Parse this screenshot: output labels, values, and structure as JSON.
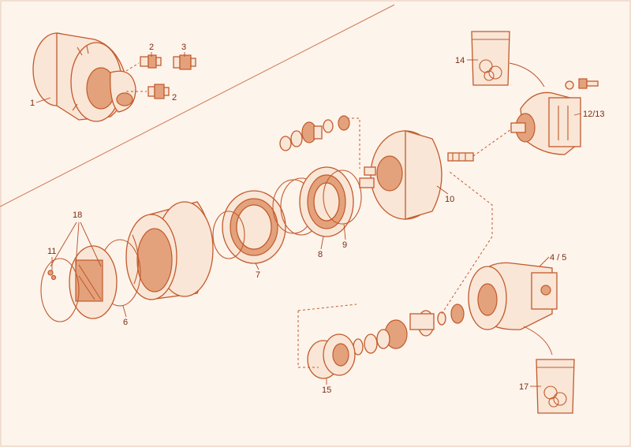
{
  "labels": {
    "l1": "1",
    "l2a": "2",
    "l2b": "2",
    "l3": "3",
    "l4": "4 / 5",
    "l6": "6",
    "l7": "7",
    "l8": "8",
    "l9": "9",
    "l10": "10",
    "l11": "11",
    "l12": "12/13",
    "l14": "14",
    "l15": "15",
    "l17": "17",
    "l18": "18"
  },
  "colors": {
    "stroke": "#c25a2c",
    "fill": "#f9e6d6",
    "background": "#fdf4ec"
  }
}
